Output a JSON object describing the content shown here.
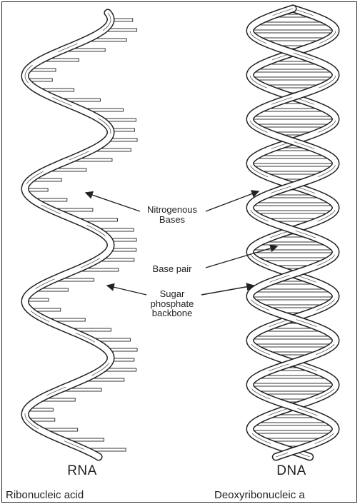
{
  "labels": {
    "nitrogenous_bases": [
      "Nitrogenous",
      "Bases"
    ],
    "base_pair": "Base pair",
    "sugar_phosphate_backbone": [
      "Sugar",
      "phosphate",
      "backbone"
    ],
    "rna": "RNA",
    "rna_full": "Ribonucleic acid",
    "dna": "DNA",
    "dna_full": "Deoxyribonucleic a"
  },
  "colors": {
    "ink": "#222222",
    "ribbon_fill": "#ffffff",
    "background": "#ffffff"
  }
}
